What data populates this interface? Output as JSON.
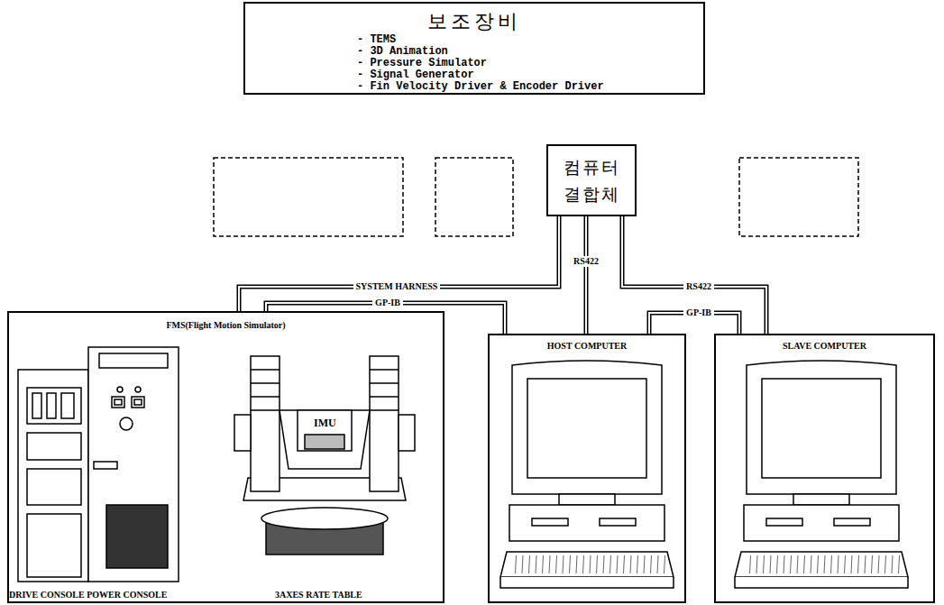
{
  "diagram": {
    "nodes": [
      {
        "text": [
          "보조장비",
          "- TEMS",
          "- 3D Animation",
          "- Pressure Simulator",
          "- Signal Generator",
          "- Fin Velocity Driver & Encoder Driver"
        ]
      },
      {
        "text": [
          "컴퓨터 결합체"
        ]
      },
      {
        "text": [
          "FMS(Flight Motion Simulator)"
        ]
      },
      {
        "text": [
          "HOST COMPUTER"
        ]
      },
      {
        "text": [
          "SLAVE COMPUTER"
        ]
      }
    ],
    "edges": [
      {
        "from": 1,
        "to": 2,
        "label": "SYSTEM HARNESS",
        "arrow": "none"
      },
      {
        "from": 2,
        "to": 3,
        "label": "GP-IB",
        "arrow": "none"
      },
      {
        "from": 1,
        "to": 3,
        "label": "RS422",
        "arrow": "none"
      },
      {
        "from": 3,
        "to": 4,
        "label": "GP-IB",
        "arrow": "none"
      },
      {
        "from": 1,
        "to": 4,
        "label": "RS422",
        "arrow": "none"
      }
    ],
    "labels": [
      "DRIVE CONSOLE POWER CONSOLE",
      "3AXES RATE TABLE",
      "IMU"
    ]
  }
}
